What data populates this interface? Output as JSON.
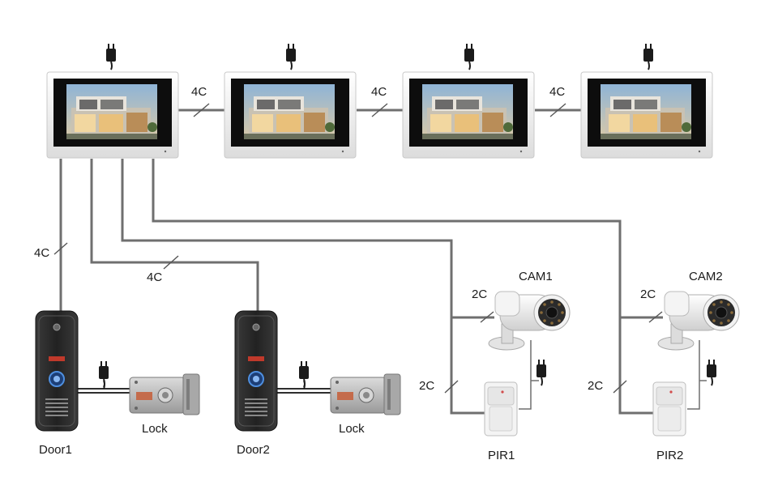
{
  "monitors": [
    {
      "id": "monitor-1",
      "power_icon": "power-adapter-icon"
    },
    {
      "id": "monitor-2",
      "power_icon": "power-adapter-icon"
    },
    {
      "id": "monitor-3",
      "power_icon": "power-adapter-icon"
    },
    {
      "id": "monitor-4",
      "power_icon": "power-adapter-icon"
    }
  ],
  "cable_labels": {
    "monitor_link_1": "4C",
    "monitor_link_2": "4C",
    "monitor_link_3": "4C",
    "door1_cable": "4C",
    "door2_cable": "4C",
    "cam1_cable": "2C",
    "cam2_cable": "2C",
    "pir1_cable": "2C",
    "pir2_cable": "2C"
  },
  "devices": {
    "door1": "Door1",
    "door2": "Door2",
    "lock1": "Lock",
    "lock2": "Lock",
    "cam1": "CAM1",
    "cam2": "CAM2",
    "pir1": "PIR1",
    "pir2": "PIR2"
  },
  "colors": {
    "wire": "#6f6f6f",
    "monitor_frame": "#f2f2f2",
    "screen_bezel": "#0d0d0d",
    "door_station": "#2b2b2b",
    "lock_body": "#b9b9b9",
    "camera_body": "#e9e9e9",
    "pir_body": "#f3f3f3"
  }
}
